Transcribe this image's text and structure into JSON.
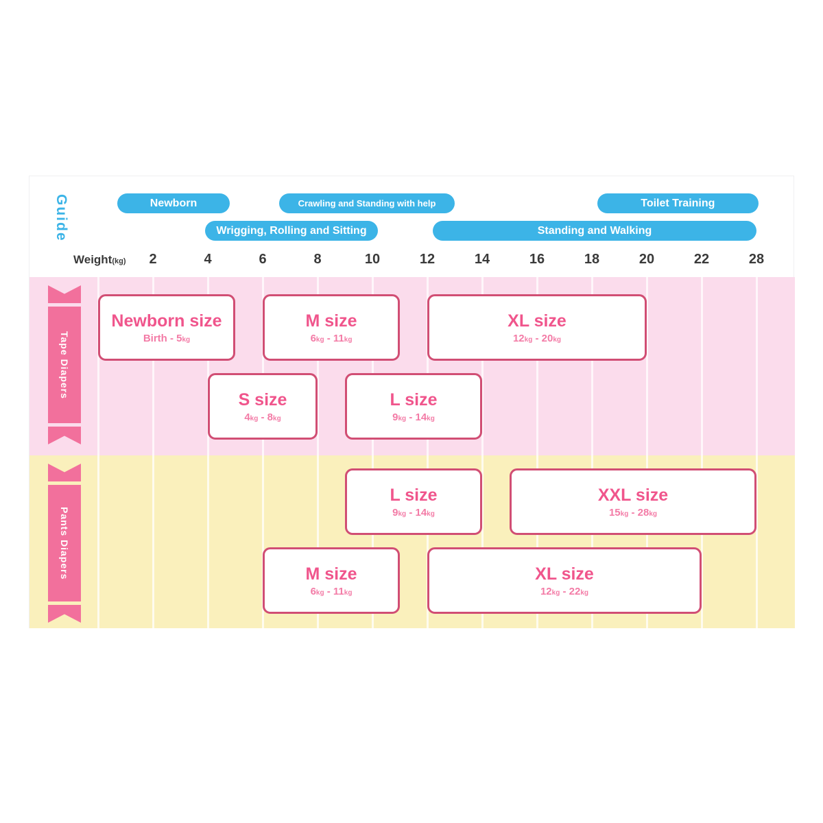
{
  "guide": {
    "label": "Guide"
  },
  "axis": {
    "label": "Weight",
    "unit": "(kg)"
  },
  "sections": {
    "tape": {
      "label": "Tape Diapers"
    },
    "pants": {
      "label": "Pants Diapers"
    }
  },
  "colors": {
    "stage_blue": "#3cb4e7",
    "tape_section_bg": "#fbdcec",
    "pants_section_bg": "#faf0bc",
    "ribbon_pink": "#f2709c",
    "box_border": "#d14e74",
    "box_title_text": "#f0558c",
    "box_range_text": "#f37ba6",
    "axis_text": "#3a3a3a"
  },
  "chart_data": {
    "type": "bar",
    "variant": "horizontal-range-lanes",
    "title": "Guide",
    "xlabel": "Weight (kg)",
    "x_ticks": [
      2,
      4,
      6,
      8,
      10,
      12,
      14,
      16,
      18,
      20,
      22,
      28
    ],
    "x_axis_note": "linear 2kg steps up to 22kg; final tick jumps to 28kg in one step",
    "grid": true,
    "stages": [
      {
        "label": "Newborn",
        "row": 1,
        "from_kg": 0.7,
        "to_kg": 4.8,
        "small_label": false
      },
      {
        "label": "Crawling and Standing with help",
        "row": 1,
        "from_kg": 6.6,
        "to_kg": 13.0,
        "small_label": true
      },
      {
        "label": "Toilet Training",
        "row": 1,
        "from_kg": 18.2,
        "to_kg": 28.2,
        "small_label": false
      },
      {
        "label": "Wrigging, Rolling and Sitting",
        "row": 2,
        "from_kg": 3.9,
        "to_kg": 10.2,
        "small_label": false
      },
      {
        "label": "Standing and Walking",
        "row": 2,
        "from_kg": 12.2,
        "to_kg": 28.0,
        "small_label": false
      }
    ],
    "series": [
      {
        "name": "Tape Diapers",
        "key": "tape",
        "items": [
          {
            "size": "Newborn size",
            "range": "Birth - 5kg",
            "min_kg": 0,
            "max_kg": 5,
            "row": 1
          },
          {
            "size": "M size",
            "range": "6kg - 11kg",
            "min_kg": 6,
            "max_kg": 11,
            "row": 1
          },
          {
            "size": "XL size",
            "range": "12kg - 20kg",
            "min_kg": 12,
            "max_kg": 20,
            "row": 1
          },
          {
            "size": "S size",
            "range": "4kg - 8kg",
            "min_kg": 4,
            "max_kg": 8,
            "row": 2
          },
          {
            "size": "L size",
            "range": "9kg - 14kg",
            "min_kg": 9,
            "max_kg": 14,
            "row": 2
          }
        ]
      },
      {
        "name": "Pants Diapers",
        "key": "pants",
        "items": [
          {
            "size": "L size",
            "range": "9kg - 14kg",
            "min_kg": 9,
            "max_kg": 14,
            "row": 1
          },
          {
            "size": "XXL size",
            "range": "15kg - 28kg",
            "min_kg": 15,
            "max_kg": 28,
            "row": 1
          },
          {
            "size": "M size",
            "range": "6kg - 11kg",
            "min_kg": 6,
            "max_kg": 11,
            "row": 2
          },
          {
            "size": "XL size",
            "range": "12kg - 22kg",
            "min_kg": 12,
            "max_kg": 22,
            "row": 2
          }
        ]
      }
    ]
  }
}
